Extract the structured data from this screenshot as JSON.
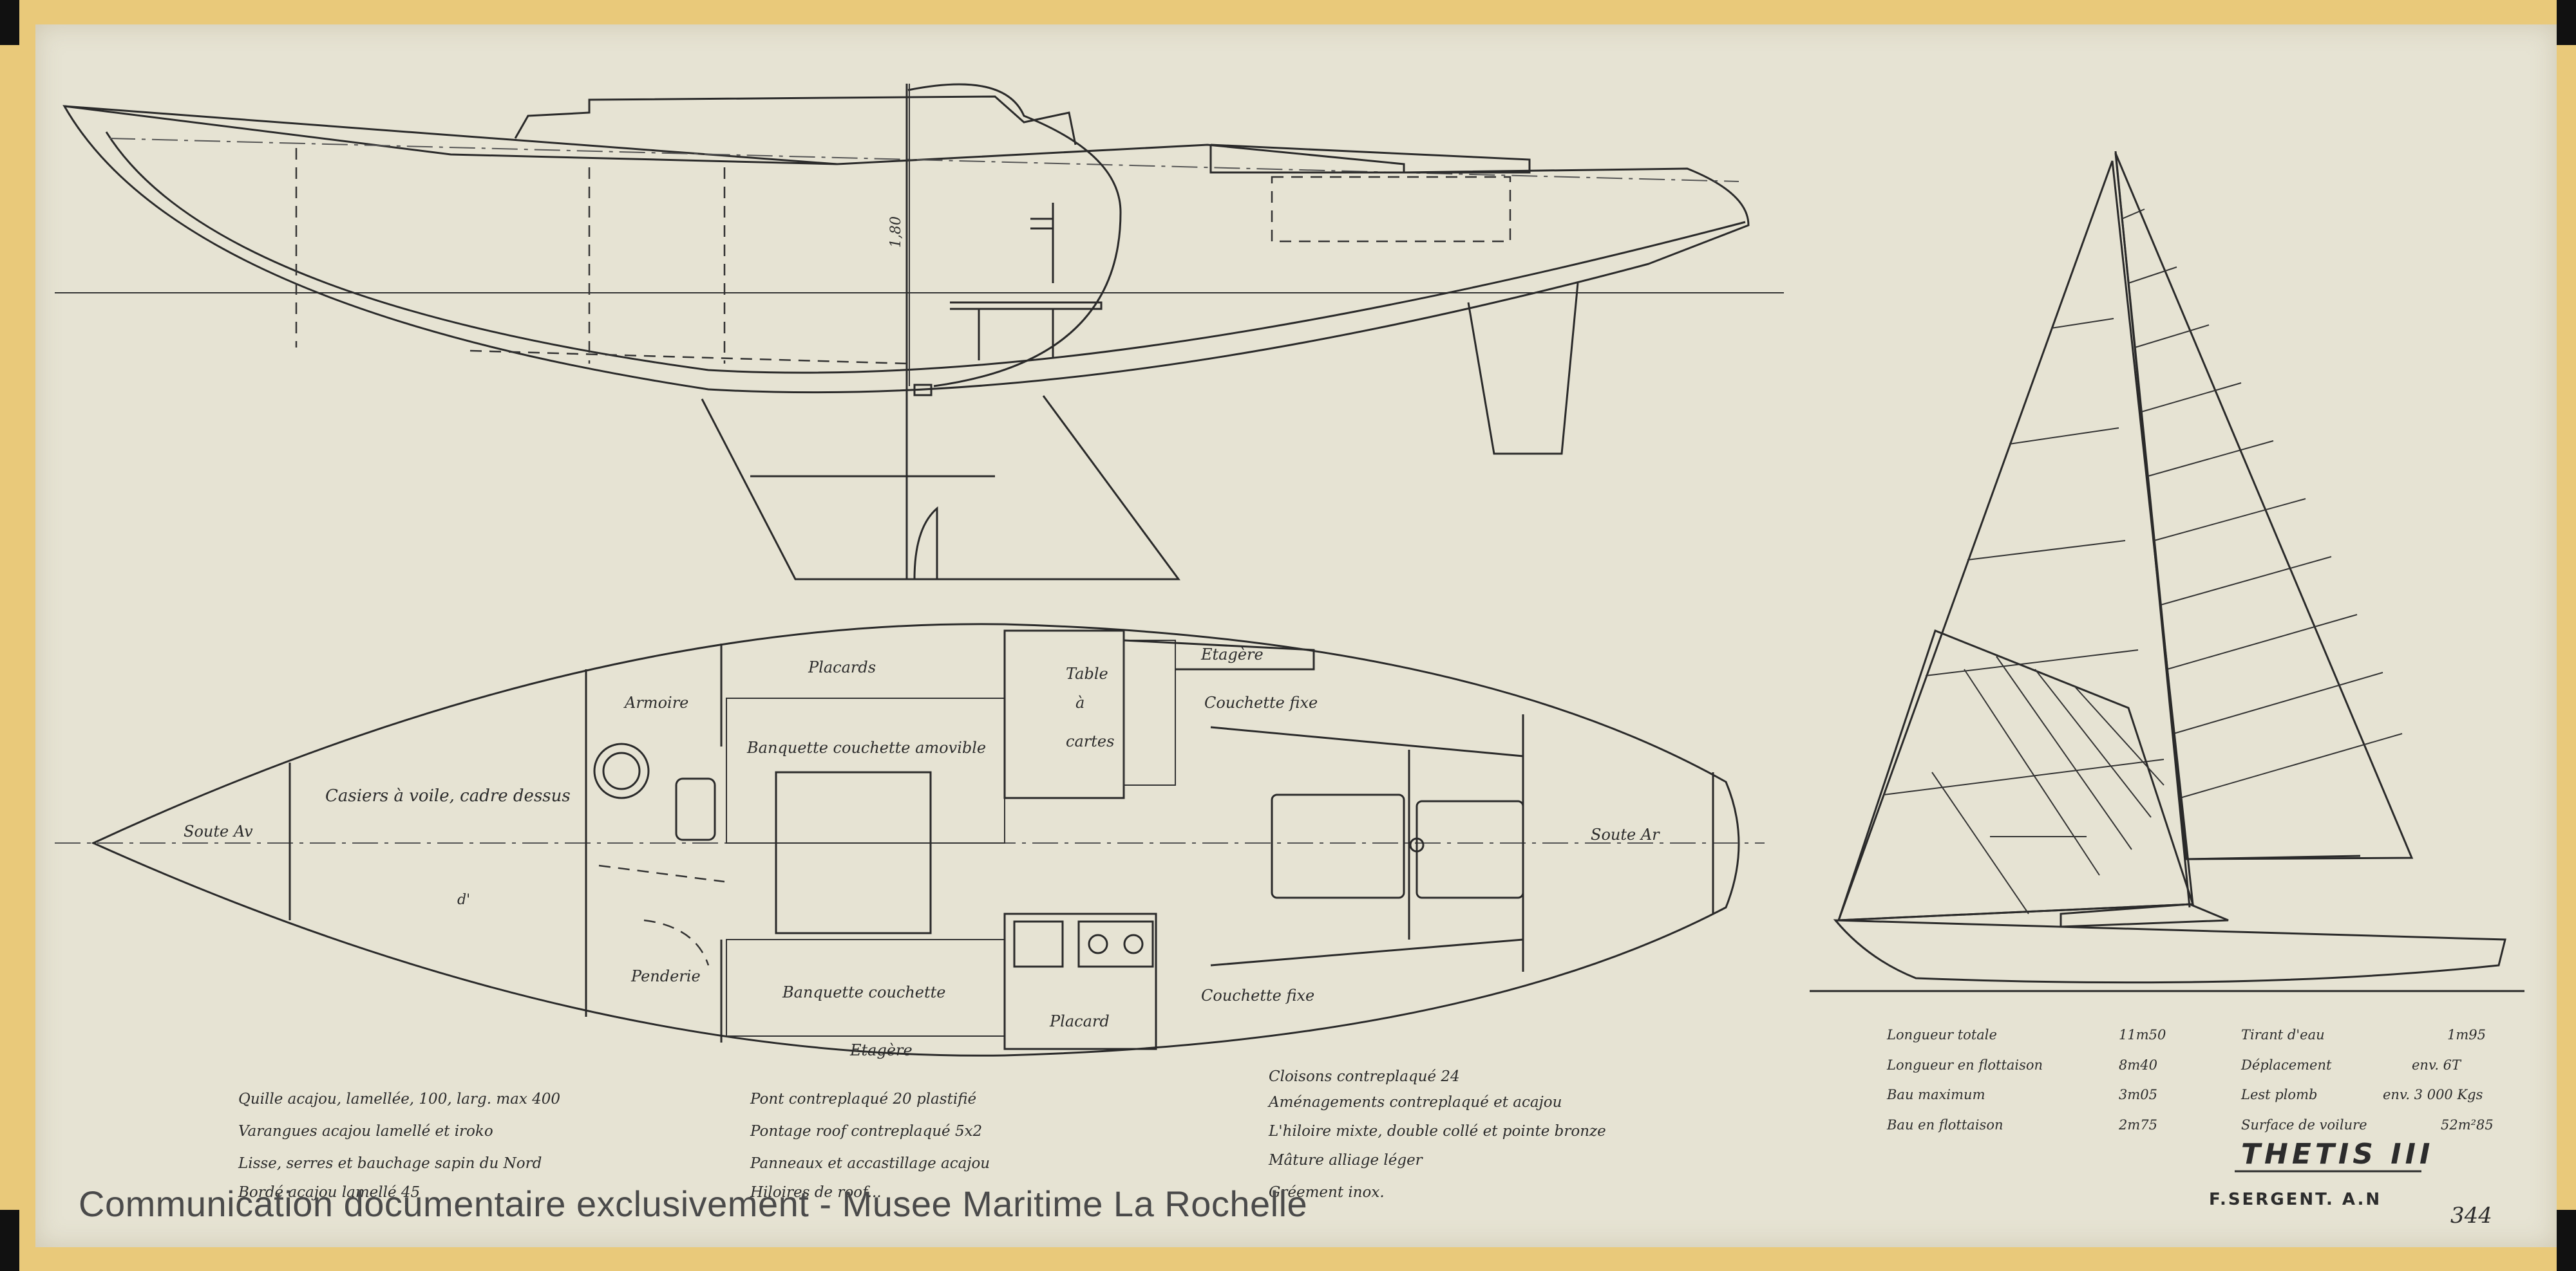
{
  "labels": {
    "soute_av": "Soute Av",
    "soute_ar": "Soute Ar",
    "voiles_note": "Casiers à voile, cadre dessus",
    "d_mark": "d'",
    "armoire": "Armoire",
    "placards": "Placards",
    "table": "Table",
    "a": "à",
    "cartes": "cartes",
    "etagere_top": "Etagère",
    "couchette_fixe_top": "Couchette fixe",
    "banquette_top": "Banquette couchette amovible",
    "penderie": "Penderie",
    "banquette_bottom": "Banquette couchette",
    "placard": "Placard",
    "couchette_fixe_bottom": "Couchette fixe",
    "etagere_bottom": "Etagère",
    "height_dim": "1,80"
  },
  "notes": {
    "col1": [
      "Quille acajou, lamellée, 100, larg. max 400",
      "Varangues acajou lamellé et iroko",
      "Lisse, serres et bauchage sapin du Nord",
      "Bordé acajou lamellé 45"
    ],
    "col2": [
      "Pont contreplaqué 20 plastifié",
      "Pontage roof contreplaqué 5x2",
      "Panneaux et accastillage acajou",
      "Hiloires de roof..."
    ],
    "col3": [
      "Cloisons contreplaqué 24",
      "Aménagements contreplaqué et acajou",
      "L'hiloire mixte, double collé et pointe bronze",
      "Mâture alliage léger",
      "Gréement inox."
    ]
  },
  "specs": [
    {
      "label": "Longueur totale",
      "value": "11m50"
    },
    {
      "label": "Longueur en flottaison",
      "value": "8m40"
    },
    {
      "label": "Bau maximum",
      "value": "3m05"
    },
    {
      "label": "Bau en flottaison",
      "value": "2m75"
    }
  ],
  "specs2": [
    {
      "label": "Tirant d'eau",
      "value": "1m95"
    },
    {
      "label": "Déplacement",
      "value": "env. 6T"
    },
    {
      "label": "Lest plomb",
      "value": "env. 3 000 Kgs"
    },
    {
      "label": "Surface de voilure",
      "value": "52m²85"
    }
  ],
  "title_block": {
    "name": "THETIS III",
    "designer": "F.SERGENT. A.N",
    "sheet_no": "344"
  },
  "watermark": "Communication documentaire exclusivement - Musee Maritime La Rochelle",
  "colors": {
    "paper": "#e6e3d3",
    "border_tape": "#e9c97a",
    "ink": "#2a2a2a"
  }
}
